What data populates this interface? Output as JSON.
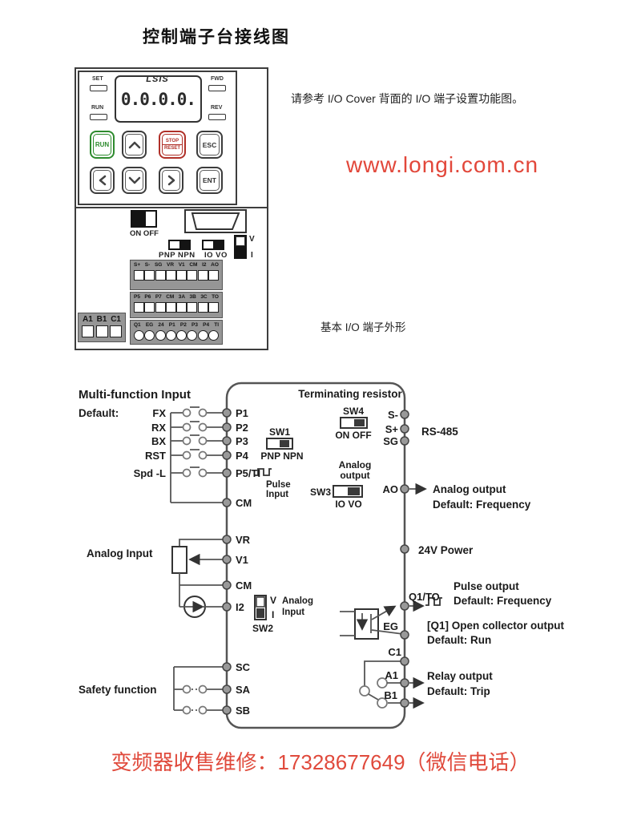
{
  "page": {
    "title": "控制端子台接线图",
    "note": "请参考 I/O Cover 背面的 I/O 端子设置功能图。",
    "url": "www.longi.com.cn",
    "caption": "基本 I/O 端子外形",
    "footer": "变频器收售维修：17328677649（微信电话）",
    "accent_red": "#e2473a"
  },
  "keypad": {
    "brand": "LSIS",
    "display": "0.0.0.0.",
    "led_set": "SET",
    "led_run": "RUN",
    "led_fwd": "FWD",
    "led_rev": "REV",
    "btn_run": "RUN",
    "btn_stop1": "STOP",
    "btn_stop2": "RESET",
    "btn_esc": "ESC",
    "btn_ent": "ENT",
    "toggle": "ON OFF",
    "v": "V",
    "i": "I",
    "sw_group1": "PNP NPN",
    "sw_group2": "IO VO",
    "strip1": [
      "S+",
      "S-",
      "SG",
      "VR",
      "V1",
      "CM",
      "I2",
      "AO"
    ],
    "strip2": [
      "P5",
      "P6",
      "P7",
      "CM",
      "3A",
      "3B",
      "3C",
      "TO"
    ],
    "strip3": [
      "Q1",
      "EG",
      "24",
      "P1",
      "P2",
      "P3",
      "P4",
      "TI"
    ],
    "relay": [
      "A1",
      "B1",
      "C1"
    ]
  },
  "diagram": {
    "header": "Multi-function Input",
    "default": "Default:",
    "in_names": [
      "FX",
      "RX",
      "BX",
      "RST",
      "Spd -L"
    ],
    "in_terms": [
      "P1",
      "P2",
      "P3",
      "P4",
      "P5/TI"
    ],
    "cm1": "CM",
    "vr": "VR",
    "v1": "V1",
    "cm2": "CM",
    "i2": "I2",
    "analog_input": "Analog Input",
    "sw2": "SW2",
    "sw2_v": "V",
    "sw2_i": "I",
    "sw2_note1": "Analog",
    "sw2_note2": "Input",
    "safety": "Safety function",
    "sc": "SC",
    "sa": "SA",
    "sb": "SB",
    "sw1": "SW1",
    "sw1_opts": "PNP NPN",
    "pulse1": "Pulse",
    "pulse2": "Input",
    "term_res": "Terminating resistor",
    "sw4": "SW4",
    "sw4_opts": "ON OFF",
    "ao_t1": "Analog",
    "ao_t2": "output",
    "sw3": "SW3",
    "sw3_opts": "IO VO",
    "s_minus": "S-",
    "s_plus": "S+",
    "sg": "SG",
    "rs485": "RS-485",
    "ao": "AO",
    "ao_l1": "Analog output",
    "ao_l2": "Default: Frequency",
    "p24": "24V Power",
    "q1": "Q1/TO",
    "q1_l1": "Pulse output",
    "q1_l2": "Default: Frequency",
    "eg": "EG",
    "oc_l1": "[Q1] Open collector output",
    "oc_l2": "Default: Run",
    "c1": "C1",
    "a1": "A1",
    "b1": "B1",
    "relay_l1": "Relay output",
    "relay_l2": "Default: Trip"
  }
}
